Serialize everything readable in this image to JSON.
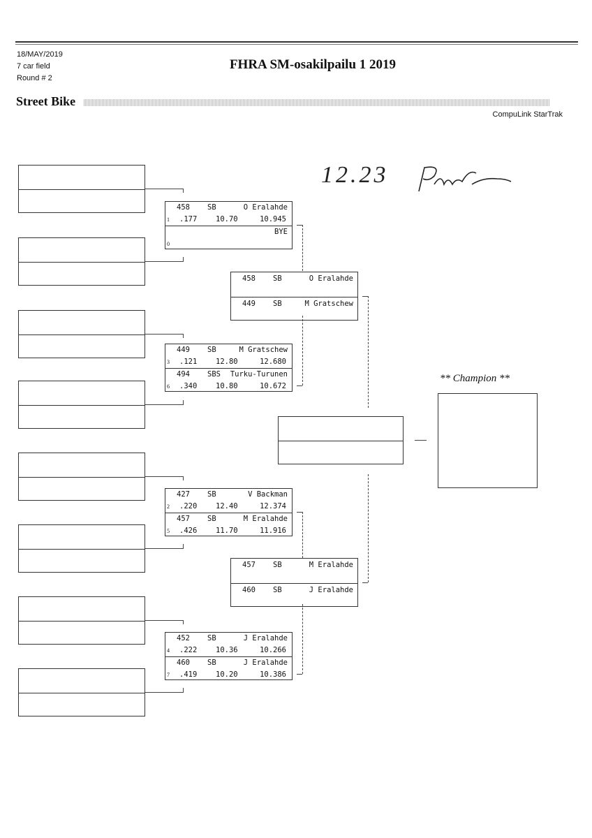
{
  "header": {
    "date": "18/MAY/2019",
    "field": "7 car field",
    "round": "Round # 2",
    "title": "FHRA SM-osakilpailu 1 2019",
    "class": "Street Bike",
    "brand": "CompuLink StarTrak"
  },
  "handwriting": {
    "note": "12.23",
    "signature": "Pekka"
  },
  "champion_label": "** Champion **",
  "round1": [
    {
      "top": {
        "num": "458",
        "cls": "SB",
        "name": "O Eralahde",
        "seed": "1",
        "rt": ".177",
        "dial": "10.70",
        "et": "10.945"
      },
      "bottom": {
        "num": "",
        "cls": "",
        "name": "BYE",
        "seed": "0",
        "rt": "",
        "dial": "",
        "et": ""
      }
    },
    {
      "top": {
        "num": "449",
        "cls": "SB",
        "name": "M Gratschew",
        "seed": "3",
        "rt": ".121",
        "dial": "12.80",
        "et": "12.680"
      },
      "bottom": {
        "num": "494",
        "cls": "SBS",
        "name": "Turku-Turunen",
        "seed": "6",
        "rt": ".340",
        "dial": "10.80",
        "et": "10.672"
      }
    },
    {
      "top": {
        "num": "427",
        "cls": "SB",
        "name": "V Backman",
        "seed": "2",
        "rt": ".220",
        "dial": "12.40",
        "et": "12.374"
      },
      "bottom": {
        "num": "457",
        "cls": "SB",
        "name": "M Eralahde",
        "seed": "5",
        "rt": ".426",
        "dial": "11.70",
        "et": "11.916"
      }
    },
    {
      "top": {
        "num": "452",
        "cls": "SB",
        "name": "J Eralahde",
        "seed": "4",
        "rt": ".222",
        "dial": "10.36",
        "et": "10.266"
      },
      "bottom": {
        "num": "460",
        "cls": "SB",
        "name": "J Eralahde",
        "seed": "7",
        "rt": ".419",
        "dial": "10.20",
        "et": "10.386"
      }
    }
  ],
  "round2": [
    {
      "top": {
        "num": "458",
        "cls": "SB",
        "name": "O Eralahde"
      },
      "bottom": {
        "num": "449",
        "cls": "SB",
        "name": "M Gratschew"
      }
    },
    {
      "top": {
        "num": "457",
        "cls": "SB",
        "name": "M Eralahde"
      },
      "bottom": {
        "num": "460",
        "cls": "SB",
        "name": "J Eralahde"
      }
    }
  ]
}
